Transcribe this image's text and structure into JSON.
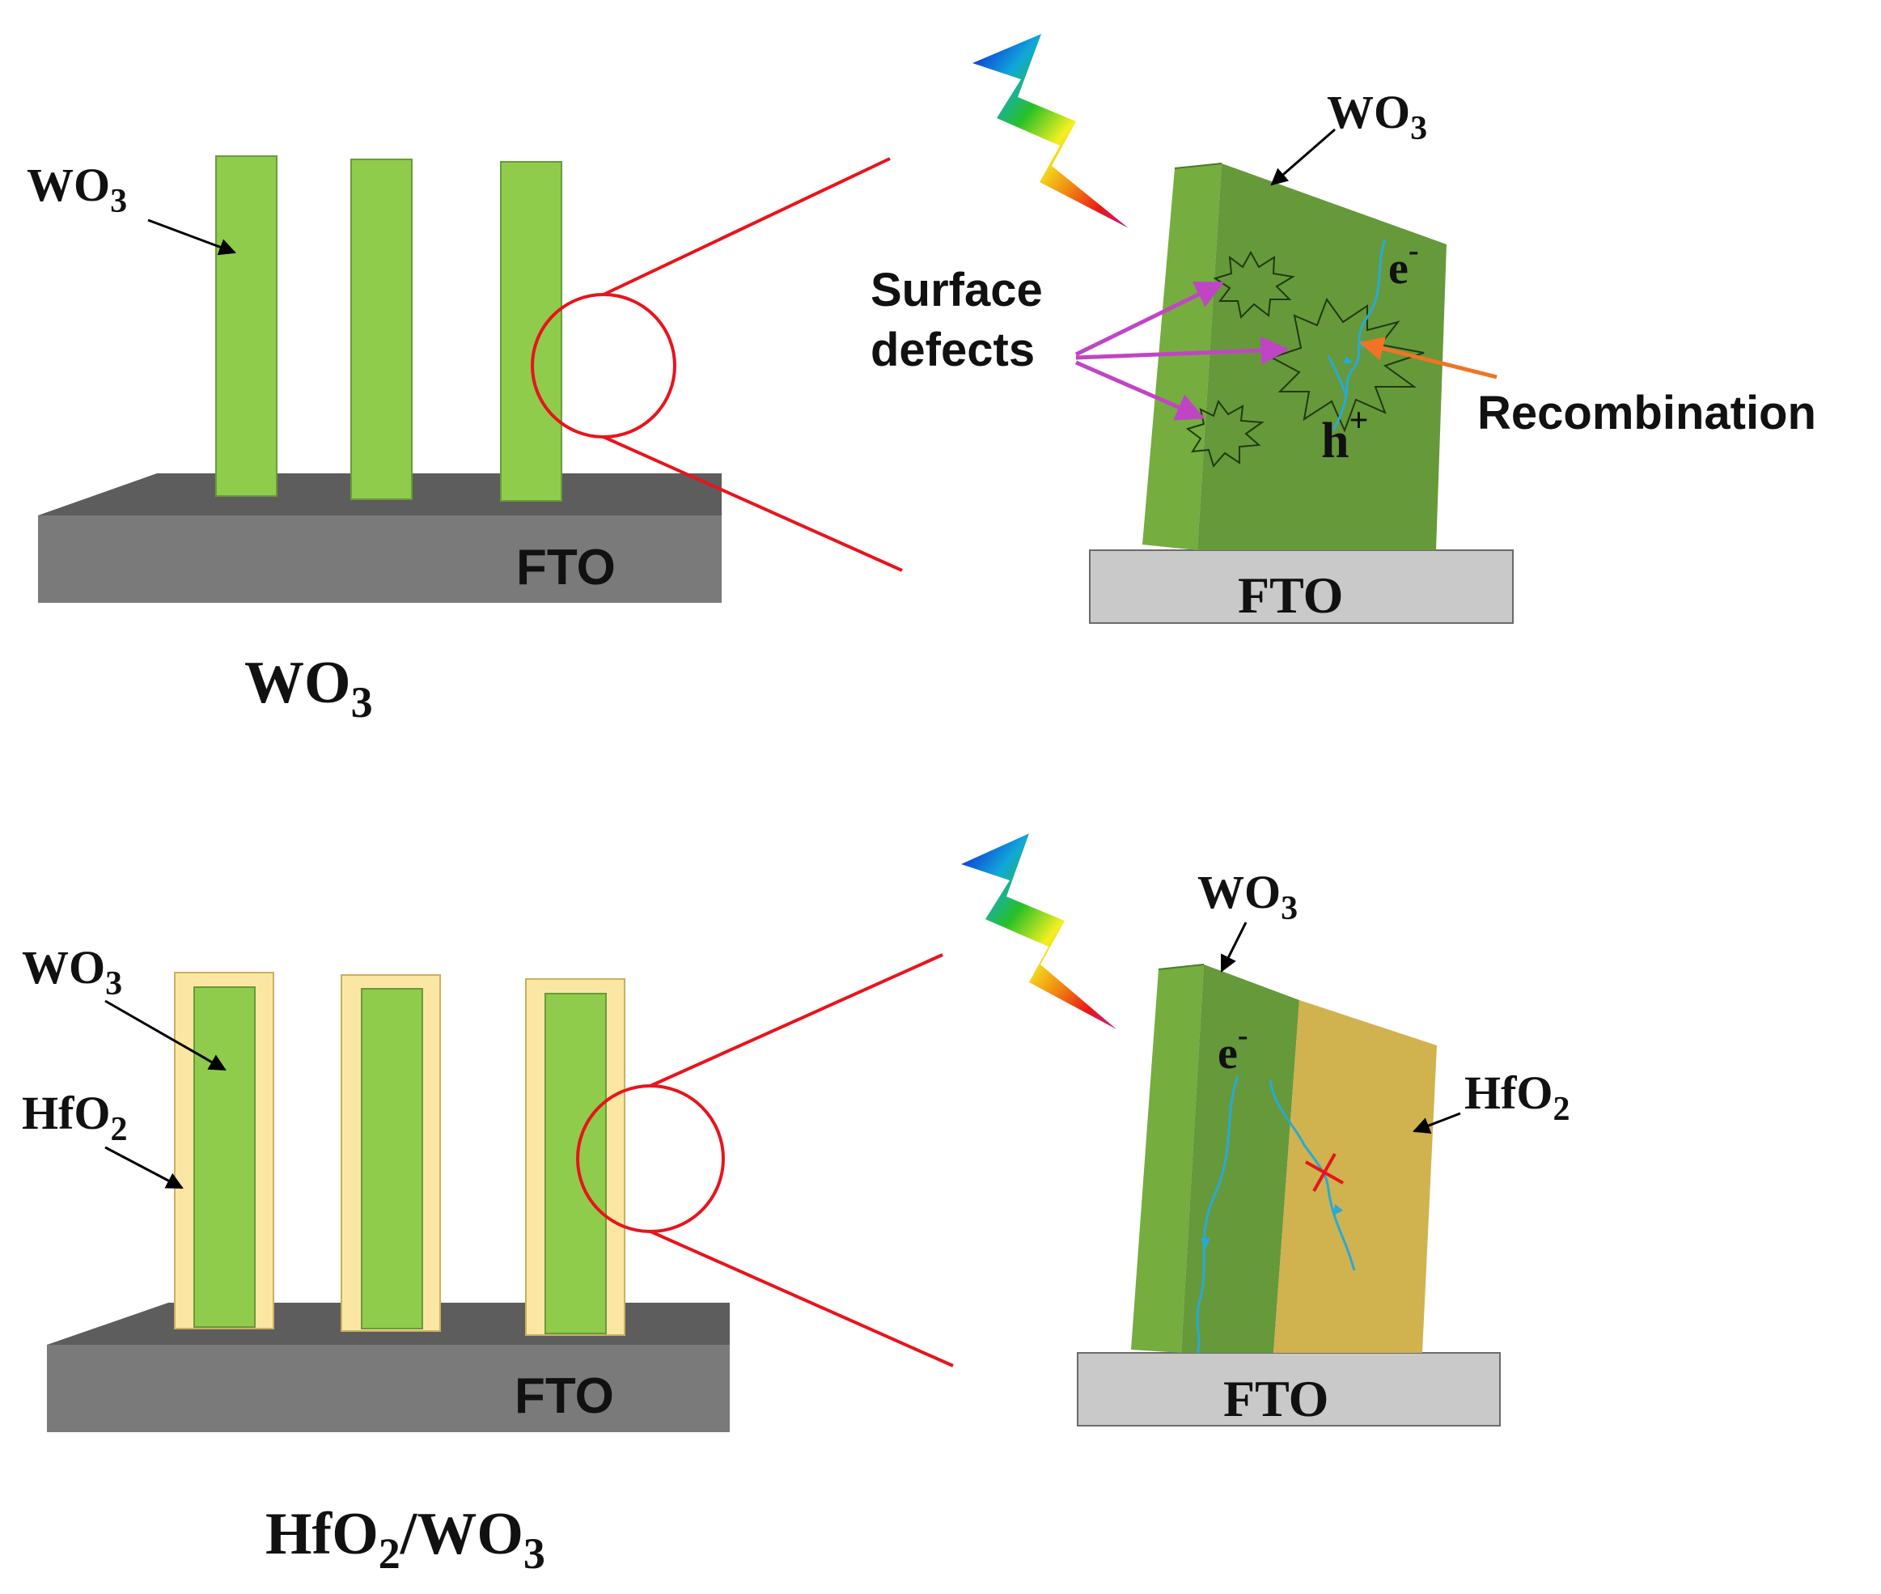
{
  "colors": {
    "wo3": "#8fcc4c",
    "wo3_front": "#75ad3f",
    "wo3_top": "#66993a",
    "hfo2_shell": "#fbe7a3",
    "hfo2_block": "#d0b24f",
    "fto_dark_top": "#5d5d5d",
    "fto_dark_front": "#7a7a7a",
    "fto_light": "#c9c9c9",
    "zoom_line": "#e8141c",
    "defect_arrow": "#c045c4",
    "recombination_arrow": "#f07424",
    "carrier_path": "#29a9d6",
    "block_mark": "#e8141c"
  },
  "top": {
    "wo3_label": {
      "main": "WO",
      "sub": "3"
    },
    "fto_label": "FTO",
    "caption": {
      "main": "WO",
      "sub": "3"
    },
    "zoom": {
      "wo3_label": {
        "main": "WO",
        "sub": "3"
      },
      "fto_label": "FTO",
      "surface_defects_line1": "Surface",
      "surface_defects_line2": "defects",
      "recombination_label": "Recombination",
      "electron": {
        "main": "e",
        "sup": "-"
      },
      "hole": {
        "main": "h",
        "sup": "+"
      }
    }
  },
  "bottom": {
    "wo3_label": {
      "main": "WO",
      "sub": "3"
    },
    "hfo2_label": {
      "main": "HfO",
      "sub": "2"
    },
    "fto_label": "FTO",
    "caption": {
      "part1": "HfO",
      "sub1": "2",
      "part2": "/WO",
      "sub2": "3"
    },
    "zoom": {
      "wo3_label": {
        "main": "WO",
        "sub": "3"
      },
      "hfo2_label": {
        "main": "HfO",
        "sub": "2"
      },
      "fto_label": "FTO",
      "electron": {
        "main": "e",
        "sup": "-"
      }
    }
  }
}
